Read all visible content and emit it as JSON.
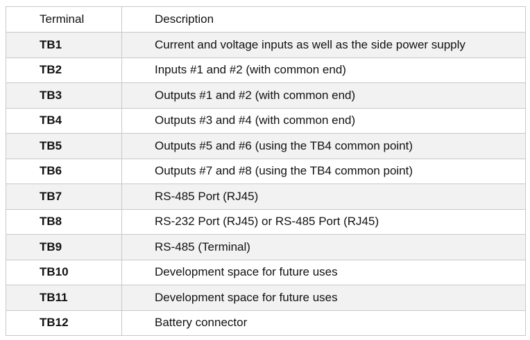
{
  "headers": {
    "terminal": "Terminal",
    "description": "Description"
  },
  "rows": [
    {
      "terminal": "TB1",
      "description": "Current and voltage inputs as well as the side power supply"
    },
    {
      "terminal": "TB2",
      "description": "Inputs #1 and #2 (with common end)"
    },
    {
      "terminal": "TB3",
      "description": "Outputs #1 and #2 (with common end)"
    },
    {
      "terminal": "TB4",
      "description": "Outputs #3 and #4 (with common end)"
    },
    {
      "terminal": "TB5",
      "description": "Outputs #5 and #6 (using the TB4 common point)"
    },
    {
      "terminal": "TB6",
      "description": "Outputs #7 and #8 (using the TB4 common point)"
    },
    {
      "terminal": "TB7",
      "description": "RS-485 Port (RJ45)"
    },
    {
      "terminal": "TB8",
      "description": "RS-232 Port (RJ45) or RS-485 Port (RJ45)"
    },
    {
      "terminal": "TB9",
      "description": "RS-485 (Terminal)"
    },
    {
      "terminal": "TB10",
      "description": "Development space for future uses"
    },
    {
      "terminal": "TB11",
      "description": "Development space for future uses"
    },
    {
      "terminal": "TB12",
      "description": "Battery connector"
    }
  ]
}
